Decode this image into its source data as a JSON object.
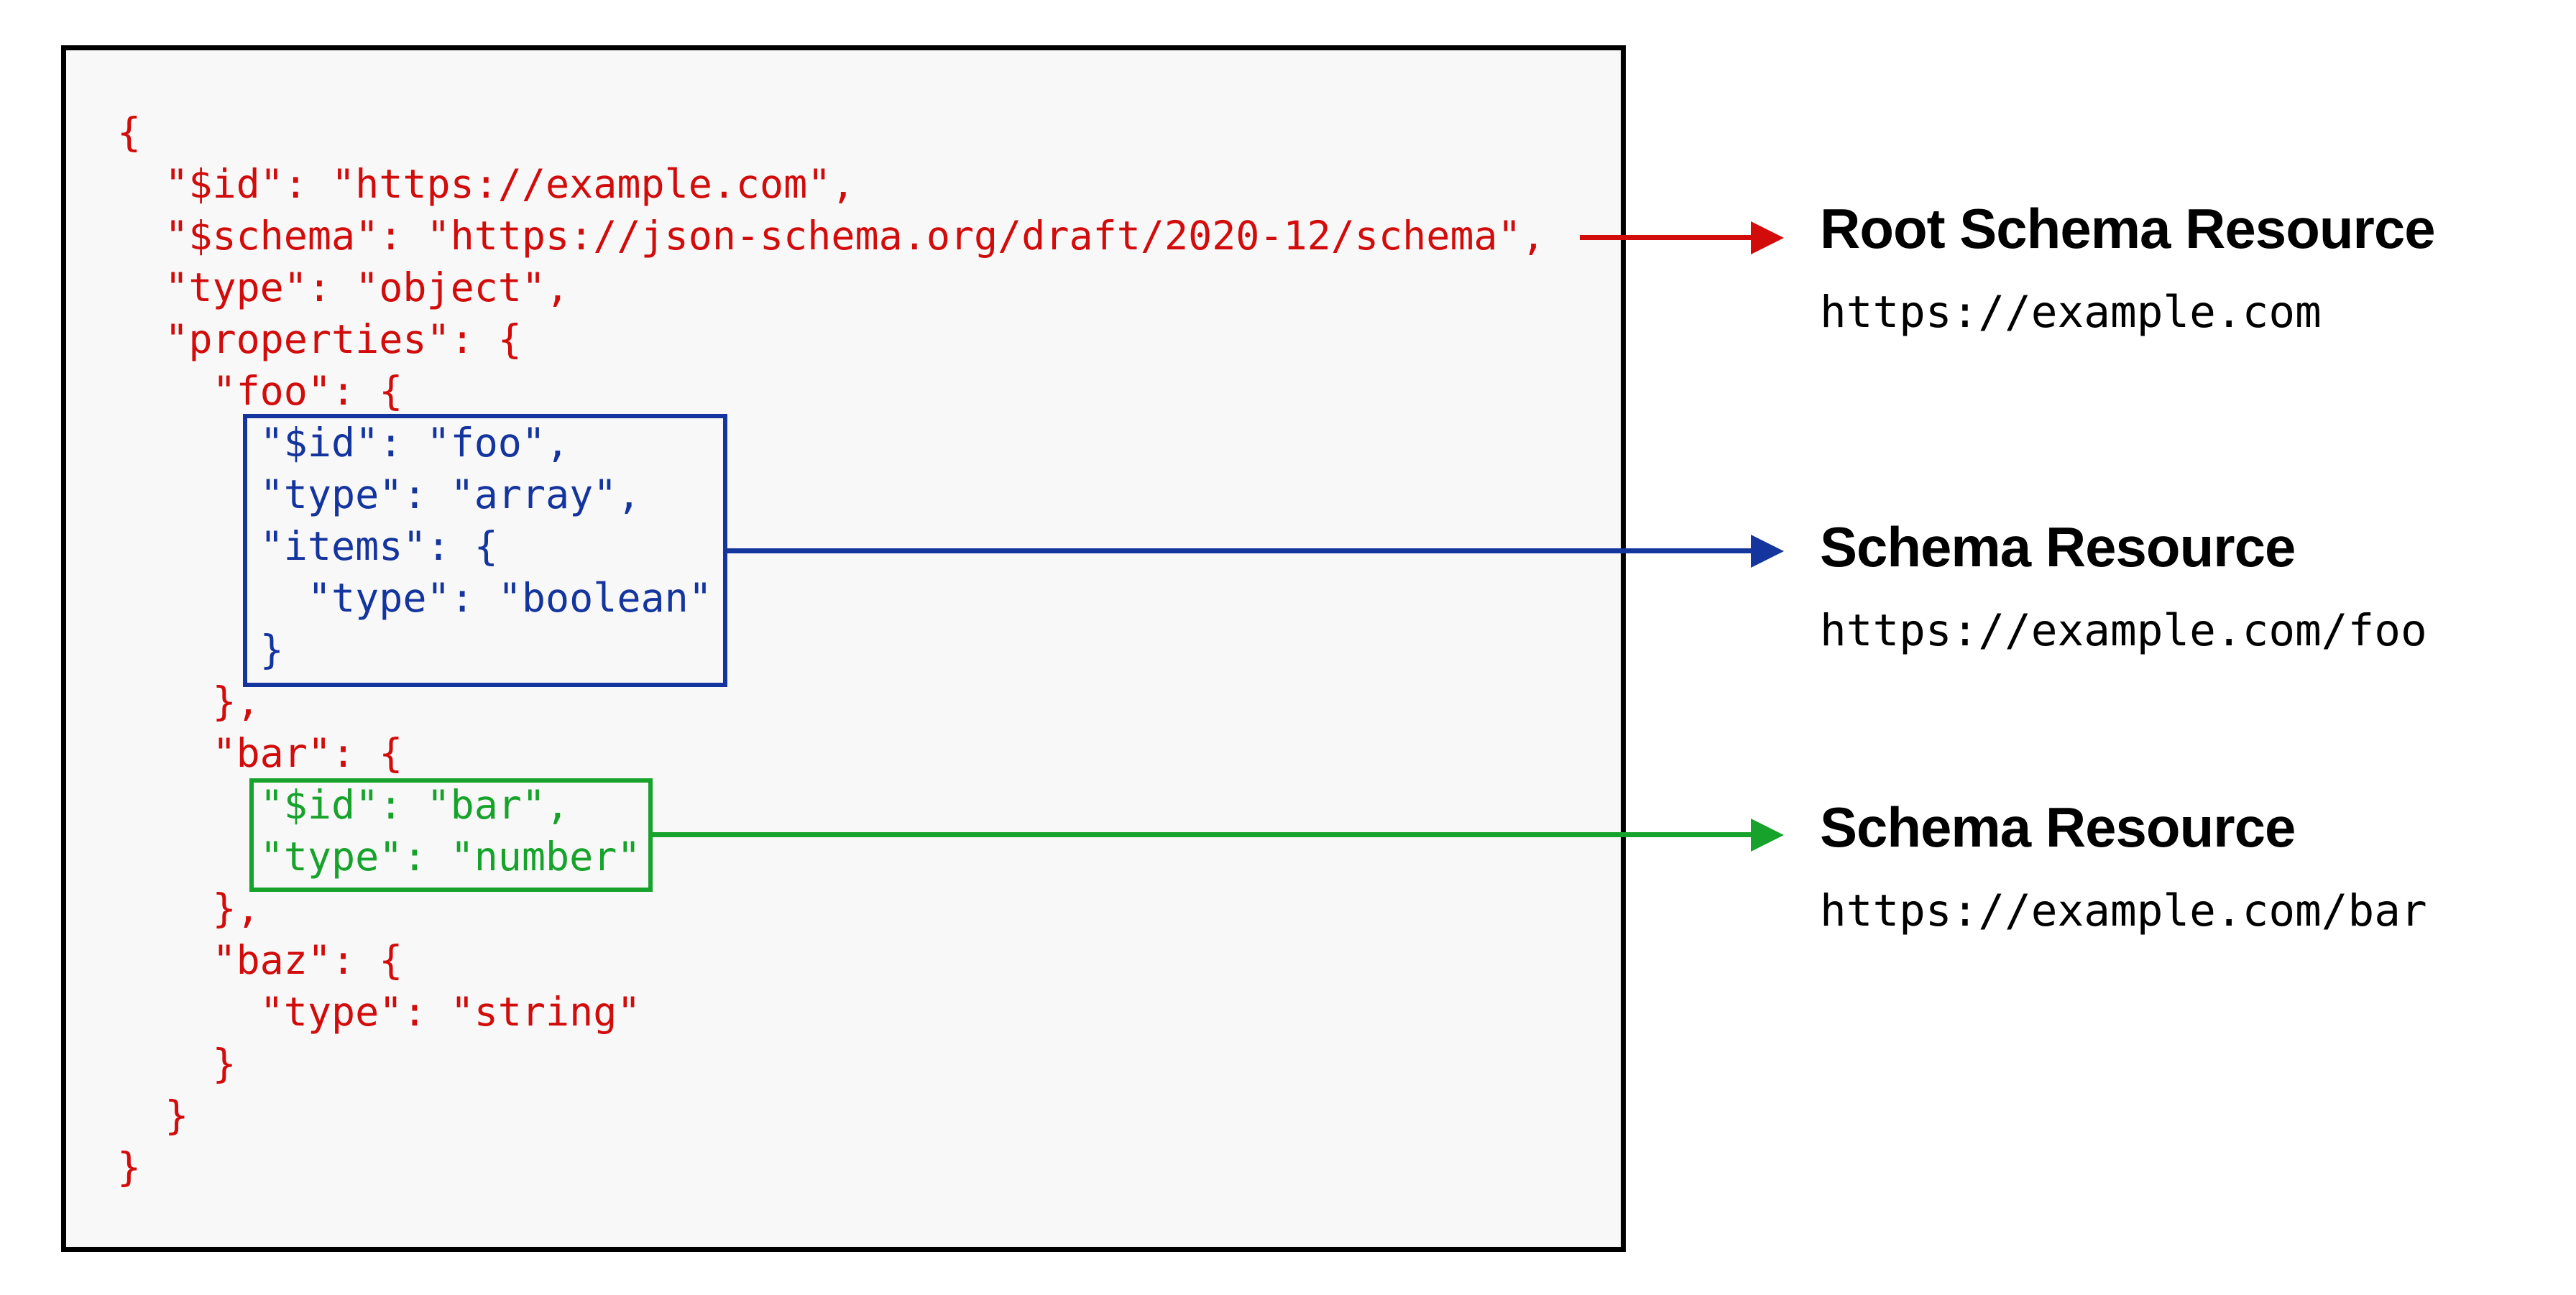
{
  "colors": {
    "red": "#D20B0B",
    "blue": "#14349E",
    "green": "#17A32B",
    "ink": "#000000",
    "panel_bg": "#F8F8F8",
    "page_bg": "#FFFFFF"
  },
  "code": {
    "lines": [
      {
        "text": "{",
        "color": "red"
      },
      {
        "text": "  \"$id\": \"https://example.com\",",
        "color": "red"
      },
      {
        "text": "  \"$schema\": \"https://json-schema.org/draft/2020-12/schema\",",
        "color": "red"
      },
      {
        "text": "  \"type\": \"object\",",
        "color": "red"
      },
      {
        "text": "  \"properties\": {",
        "color": "red"
      },
      {
        "text": "    \"foo\": {",
        "color": "red"
      },
      {
        "text": "      \"$id\": \"foo\",",
        "color": "blue"
      },
      {
        "text": "      \"type\": \"array\",",
        "color": "blue"
      },
      {
        "text": "      \"items\": {",
        "color": "blue"
      },
      {
        "text": "        \"type\": \"boolean\"",
        "color": "blue"
      },
      {
        "text": "      }",
        "color": "blue"
      },
      {
        "text": "    },",
        "color": "red"
      },
      {
        "text": "    \"bar\": {",
        "color": "red"
      },
      {
        "text": "      \"$id\": \"bar\",",
        "color": "green"
      },
      {
        "text": "      \"type\": \"number\"",
        "color": "green"
      },
      {
        "text": "    },",
        "color": "red"
      },
      {
        "text": "    \"baz\": {",
        "color": "red"
      },
      {
        "text": "      \"type\": \"string\"",
        "color": "red"
      },
      {
        "text": "    }",
        "color": "red"
      },
      {
        "text": "  }",
        "color": "red"
      },
      {
        "text": "}",
        "color": "red"
      }
    ]
  },
  "callouts": [
    {
      "title": "Root Schema Resource",
      "url": "https://example.com"
    },
    {
      "title": "Schema Resource",
      "url": "https://example.com/foo"
    },
    {
      "title": "Schema Resource",
      "url": "https://example.com/bar"
    }
  ]
}
